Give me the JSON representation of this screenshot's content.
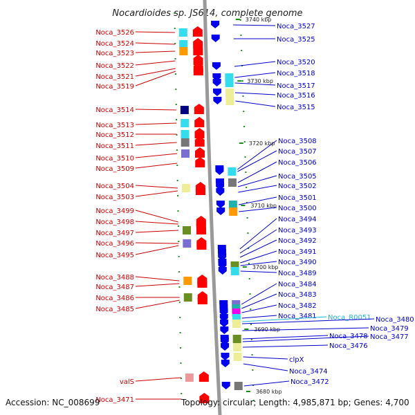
{
  "title": "Nocardioides sp. JS614, complete genome",
  "footer": {
    "accession": "Accession: NC_008699",
    "topology": "Topology: circular; Length: 4,985,871 bp; Genes: 4,700"
  },
  "colors": {
    "forward": "#ff0000",
    "reverse": "#0000ee",
    "backbone": "#999999",
    "tick": "#1a8f1a",
    "cog_cyan": "#33ddee",
    "cog_yellow": "#eeee99",
    "cog_navy": "#000080",
    "cog_gray": "#777777",
    "cog_purple": "#7a6fd0",
    "cog_olive": "#6b8e23",
    "cog_orange": "#ff9900",
    "cog_pink": "#ee9999",
    "cog_teal": "#20b2aa",
    "cog_magenta": "#ee00ee"
  },
  "kbp_marks": [
    {
      "label": "3740 kbp"
    },
    {
      "label": "3730 kbp"
    },
    {
      "label": "3720 kbp"
    },
    {
      "label": "3710 kbp"
    },
    {
      "label": "3700 kbp"
    },
    {
      "label": "3690 kbp"
    },
    {
      "label": "3680 kbp"
    }
  ],
  "left_genes": [
    {
      "label": "Noca_3526",
      "cog": "cog_cyan"
    },
    {
      "label": "Noca_3524",
      "cog": "cog_cyan"
    },
    {
      "label": "Noca_3523",
      "cog": "cog_orange"
    },
    {
      "label": "Noca_3522",
      "cog": ""
    },
    {
      "label": "Noca_3521",
      "cog": ""
    },
    {
      "label": "Noca_3519",
      "cog": ""
    },
    {
      "label": "Noca_3514",
      "cog": "cog_navy"
    },
    {
      "label": "Noca_3513",
      "cog": "cog_cyan"
    },
    {
      "label": "Noca_3512",
      "cog": "cog_cyan"
    },
    {
      "label": "Noca_3511",
      "cog": "cog_gray"
    },
    {
      "label": "Noca_3510",
      "cog": "cog_purple"
    },
    {
      "label": "Noca_3509",
      "cog": ""
    },
    {
      "label": "Noca_3504",
      "cog": "cog_yellow"
    },
    {
      "label": "Noca_3503",
      "cog": ""
    },
    {
      "label": "Noca_3499",
      "cog": ""
    },
    {
      "label": "Noca_3498",
      "cog": ""
    },
    {
      "label": "Noca_3497",
      "cog": "cog_olive"
    },
    {
      "label": "Noca_3496",
      "cog": "cog_purple"
    },
    {
      "label": "Noca_3495",
      "cog": ""
    },
    {
      "label": "Noca_3488",
      "cog": "cog_orange"
    },
    {
      "label": "Noca_3487",
      "cog": ""
    },
    {
      "label": "Noca_3486",
      "cog": "cog_olive"
    },
    {
      "label": "Noca_3485",
      "cog": ""
    },
    {
      "label": "valS",
      "cog": "cog_pink"
    },
    {
      "label": "Noca_3471",
      "cog": ""
    }
  ],
  "right_genes": [
    {
      "label": "Noca_3527",
      "cog": ""
    },
    {
      "label": "Noca_3525",
      "cog": ""
    },
    {
      "label": "Noca_3520",
      "cog": ""
    },
    {
      "label": "Noca_3518",
      "cog": "cog_cyan"
    },
    {
      "label": "Noca_3517",
      "cog": "cog_cyan"
    },
    {
      "label": "Noca_3516",
      "cog": "cog_yellow"
    },
    {
      "label": "Noca_3515",
      "cog": "cog_yellow"
    },
    {
      "label": "Noca_3508",
      "cog": ""
    },
    {
      "label": "Noca_3507",
      "cog": "cog_cyan"
    },
    {
      "label": "Noca_3506",
      "cog": "cog_gray"
    },
    {
      "label": "Noca_3505",
      "cog": ""
    },
    {
      "label": "Noca_3502",
      "cog": ""
    },
    {
      "label": "Noca_3501",
      "cog": "cog_teal"
    },
    {
      "label": "Noca_3500",
      "cog": "cog_orange"
    },
    {
      "label": "Noca_3494",
      "cog": ""
    },
    {
      "label": "Noca_3493",
      "cog": ""
    },
    {
      "label": "Noca_3492",
      "cog": ""
    },
    {
      "label": "Noca_3491",
      "cog": ""
    },
    {
      "label": "Noca_3490",
      "cog": "cog_olive"
    },
    {
      "label": "Noca_3489",
      "cog": "cog_cyan"
    },
    {
      "label": "Noca_3484",
      "cog": "cog_purple"
    },
    {
      "label": "Noca_3483",
      "cog": "cog_teal"
    },
    {
      "label": "Noca_3482",
      "cog": "cog_magenta"
    },
    {
      "label": "Noca_3481",
      "cog": "cog_cyan"
    },
    {
      "label": "Noca_R0051",
      "cog": "",
      "rna": true
    },
    {
      "label": "Noca_3480",
      "cog": "cog_yellow"
    },
    {
      "label": "Noca_3479",
      "cog": ""
    },
    {
      "label": "Noca_3478",
      "cog": "cog_olive"
    },
    {
      "label": "Noca_3477",
      "cog": ""
    },
    {
      "label": "Noca_3476",
      "cog": "cog_yellow"
    },
    {
      "label": "clpX",
      "cog": "cog_yellow"
    },
    {
      "label": "Noca_3474",
      "cog": ""
    },
    {
      "label": "Noca_3472",
      "cog": "cog_gray"
    }
  ]
}
